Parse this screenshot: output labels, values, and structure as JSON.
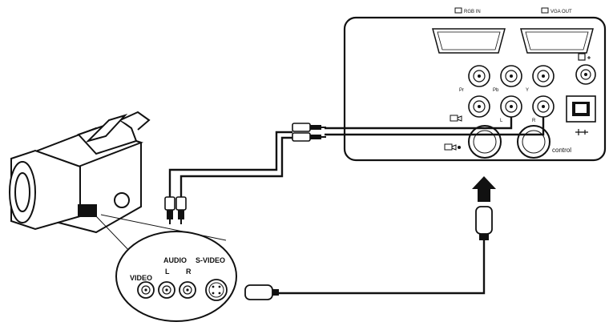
{
  "projector_panel": {
    "top_label_left": "RGB IN",
    "top_label_right": "VGA OUT",
    "component_labels": [
      "Pr",
      "Pb",
      "Y"
    ],
    "audio_labels": [
      "L",
      "R"
    ],
    "control_label": "control"
  },
  "camcorder_jacks": {
    "audio_label": "AUDIO",
    "audio_l": "L",
    "audio_r": "R",
    "svideo_label": "S-VIDEO",
    "video_label": "VIDEO"
  },
  "colors": {
    "line": "#111111",
    "background": "#ffffff",
    "panel_fill": "#ffffff"
  }
}
